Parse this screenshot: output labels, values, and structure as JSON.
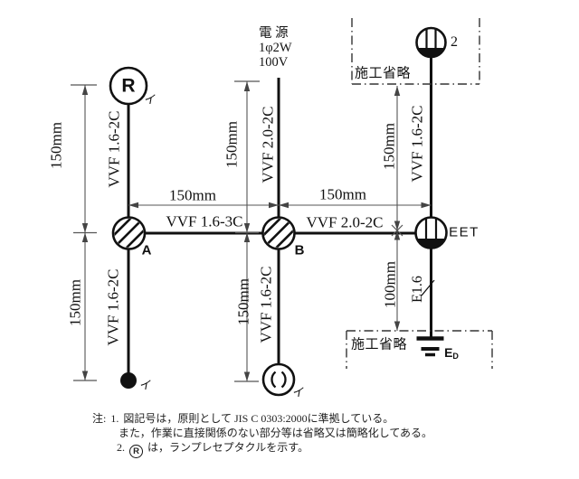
{
  "colors": {
    "ink": "#111111",
    "dimension": "#555555",
    "background": "#ffffff"
  },
  "power_source": {
    "title": "電 源",
    "spec": "1φ2W",
    "voltage": "100V"
  },
  "devices": {
    "lamp_receptacle": {
      "symbol_letter": "R",
      "circuit_mark": "イ"
    },
    "joint_box_a": {
      "label": "A"
    },
    "joint_box_b": {
      "label": "B"
    },
    "switch": {
      "circuit_mark": "イ"
    },
    "ceiling_rosette": {
      "circuit_mark": "イ"
    },
    "outlet_upper": {
      "count_label": "2"
    },
    "outlet_eet": {
      "label": "EET"
    },
    "earth": {
      "label": "E",
      "subscript": "D"
    }
  },
  "cables": {
    "r_to_a": "VVF 1.6-2C",
    "a_to_switch": "VVF 1.6-2C",
    "source_to_b": "VVF 2.0-2C",
    "b_to_rosette": "VVF 1.6-2C",
    "outlet_to_eet": "VVF 1.6-2C",
    "a_to_b": "VVF 1.6-3C",
    "b_to_eet": "VVF 2.0-2C",
    "eet_to_earth": "E1.6"
  },
  "dimensions": {
    "left_upper": "150mm",
    "left_lower": "150mm",
    "center_upper": "150mm",
    "center_lower": "150mm",
    "right_upper": "150mm",
    "right_lower": "100mm",
    "horizontal_left": "150mm",
    "horizontal_right": "150mm"
  },
  "omission": {
    "top_box": "施工省略",
    "bottom_box": "施工省略"
  },
  "notes": {
    "prefix": "注:",
    "item1_number": "1.",
    "item1_line1": "図記号は，原則として JIS C 0303:2000に準拠している。",
    "item1_line2": "また，作業に直接関係のない部分等は省略又は簡略化してある。",
    "item2_number": "2.",
    "item2_symbol": "R",
    "item2_text": "は，ランプレセプタクルを示す。"
  }
}
